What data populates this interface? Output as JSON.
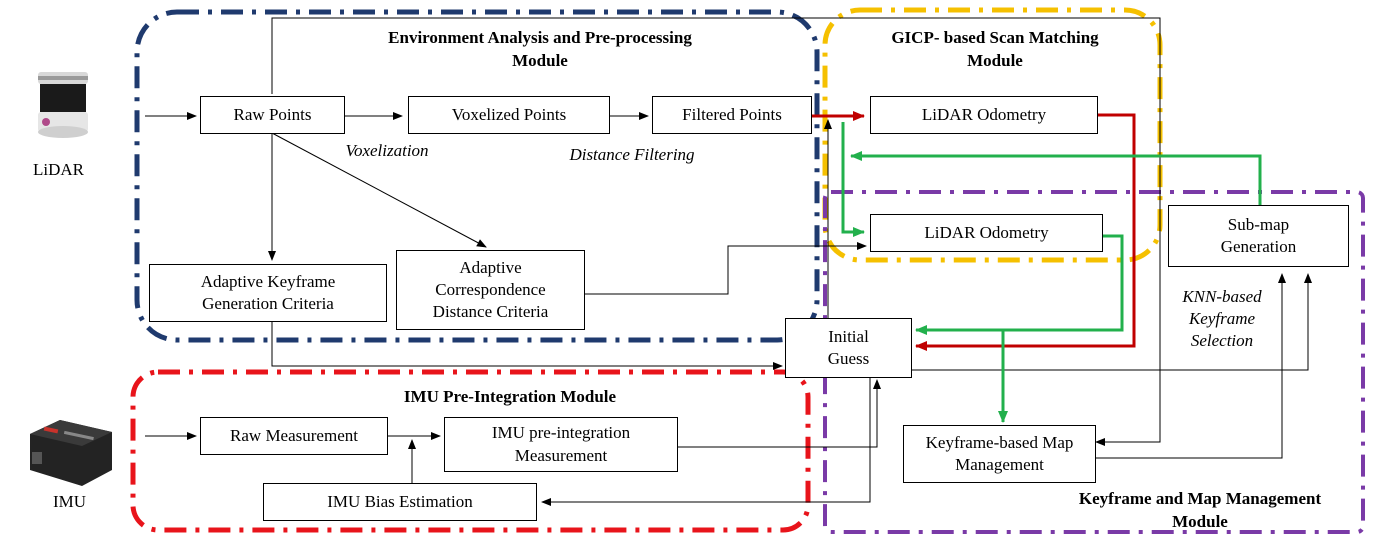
{
  "colors": {
    "env_module": "#1f3a6e",
    "gicp_module": "#f5c000",
    "imu_module": "#e8141b",
    "keyframe_module": "#7a3aa7",
    "red_arrow": "#c00000",
    "green_arrow": "#22b04c",
    "black_arrow": "#000000"
  },
  "modules": {
    "env": "Environment Analysis and Pre-processing\nModule",
    "gicp": "GICP- based Scan Matching\nModule",
    "imu": "IMU Pre-Integration Module",
    "keyframe": "Keyframe and Map Management\nModule"
  },
  "devices": {
    "lidar": {
      "label": "LiDAR",
      "icon": "lidar-sensor-icon"
    },
    "imu": {
      "label": "IMU",
      "icon": "imu-sensor-icon"
    }
  },
  "boxes": {
    "raw_points": "Raw Points",
    "voxelized_points": "Voxelized Points",
    "filtered_points": "Filtered Points",
    "lidar_odometry_1": "LiDAR Odometry",
    "lidar_odometry_2": "LiDAR Odometry",
    "adaptive_keyframe": "Adaptive Keyframe\nGeneration Criteria",
    "adaptive_correspondence": "Adaptive\nCorrespondence\nDistance Criteria",
    "initial_guess": "Initial\nGuess",
    "submap_generation": "Sub-map\nGeneration",
    "raw_measurement": "Raw Measurement",
    "imu_preintegration": "IMU pre-integration\nMeasurement",
    "imu_bias": "IMU Bias Estimation",
    "keyframe_map_mgmt": "Keyframe-based Map\nManagement"
  },
  "edge_labels": {
    "voxelization": "Voxelization",
    "distance_filtering": "Distance Filtering",
    "knn_selection": "KNN-based\nKeyframe\nSelection"
  }
}
